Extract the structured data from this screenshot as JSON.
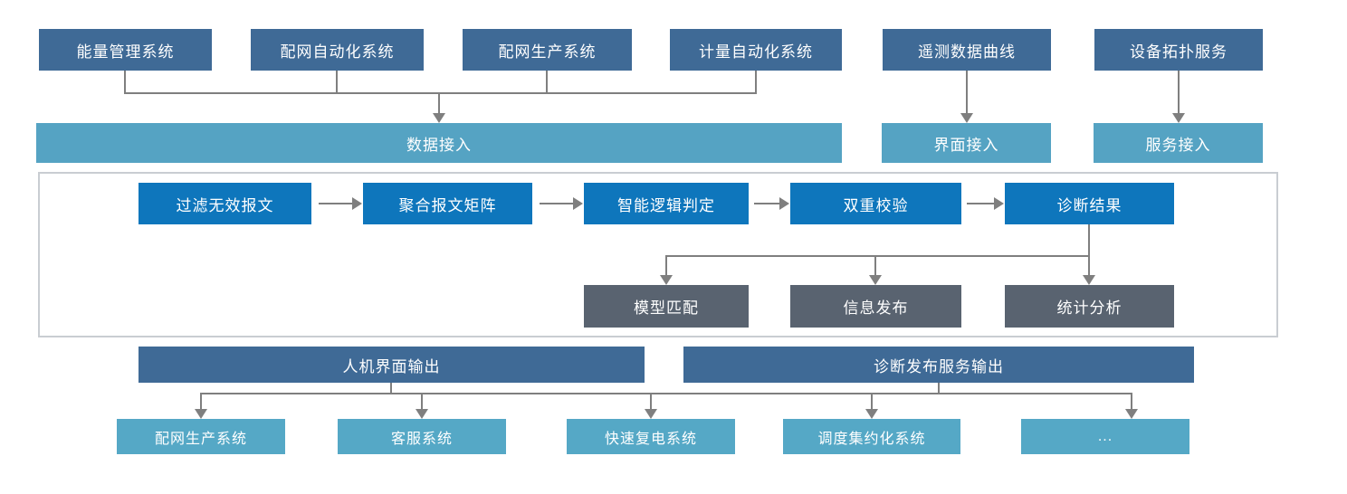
{
  "diagram": {
    "source_systems": [
      "能量管理系统",
      "配网自动化系统",
      "配网生产系统",
      "计量自动化系统"
    ],
    "interface_source": "遥测数据曲线",
    "service_source": "设备拓扑服务",
    "access_layers": {
      "data": "数据接入",
      "interface": "界面接入",
      "service": "服务接入"
    },
    "process_flow": [
      "过滤无效报文",
      "聚合报文矩阵",
      "智能逻辑判定",
      "双重校验",
      "诊断结果"
    ],
    "result_functions": [
      "模型匹配",
      "信息发布",
      "统计分析"
    ],
    "output_channels": [
      "人机界面输出",
      "诊断发布服务输出"
    ],
    "target_systems": [
      "配网生产系统",
      "客服系统",
      "快速复电系统",
      "调度集约化系统",
      "..."
    ],
    "colors": {
      "steel_blue": "#3F6A96",
      "teal_blue": "#55A3C3",
      "bright_blue": "#0E76BC",
      "dark_gray": "#596370",
      "connector_gray": "#7F7F7F",
      "frame_border": "#C9CDD2"
    }
  }
}
